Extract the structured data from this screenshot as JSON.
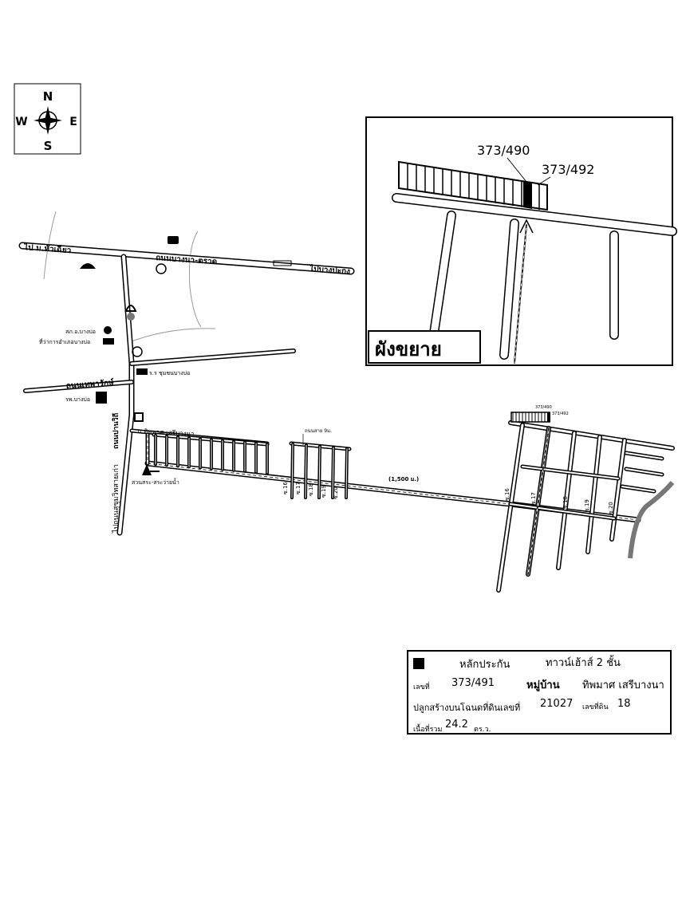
{
  "compass": {
    "n": "N",
    "s": "S",
    "e": "E",
    "w": "W"
  },
  "inset": {
    "lot_left": "373/490",
    "lot_right": "373/492",
    "title": "ผังขยาย"
  },
  "map": {
    "road_west_dest": "ไป ม.หัวเฉียว",
    "road_bangna_trat": "ถนนบางนา-ตราด",
    "road_east_dest": "ไปบางปะกง",
    "road_theparak": "ถนนเทพารักษ์",
    "road_panwithi": "ถนนปานวิถี",
    "road_sukhumvit_old": "ไปถนนสุขุมวิทสายเก่า",
    "police_station": "สภ.อ.บางบ่อ",
    "district_office": "ที่ว่าการอำเภอบางบ่อ",
    "school": "ร.ร ชุมชนบางบ่อ",
    "hospital": "รพ.บางบ่อ",
    "village": "ม.ทิพมาศ-เสรีบางนา",
    "park": "สวนสระ-สระว่ายน้ำ",
    "road_width": "ถนนสาย 9ม.",
    "distance": "(1,500 ม.)",
    "sois": [
      "ซ.16",
      "ซ.17",
      "ซ.18",
      "ซ.19",
      "ซ.20"
    ],
    "detail_lot_left": "373/490",
    "detail_lot_right": "373/492"
  },
  "info": {
    "legend_label": "หลักประกัน",
    "type": "ทาวน์เฮ้าส์ 2 ชั้น",
    "number_label": "เลขที่",
    "number": "373/491",
    "village_label": "หมู่บ้าน",
    "village": "ทิพมาศ เสรีบางนา",
    "deed_label": "ปลูกสร้างบนโฉนดที่ดินเลขที่",
    "deed": "21027",
    "land_no_label": "เลขที่ดิน",
    "land_no": "18",
    "area_label": "เนื้อที่รวม",
    "area": "24.2",
    "area_unit": "ตร.ว."
  },
  "colors": {
    "ink": "#000000",
    "river": "#888888"
  }
}
